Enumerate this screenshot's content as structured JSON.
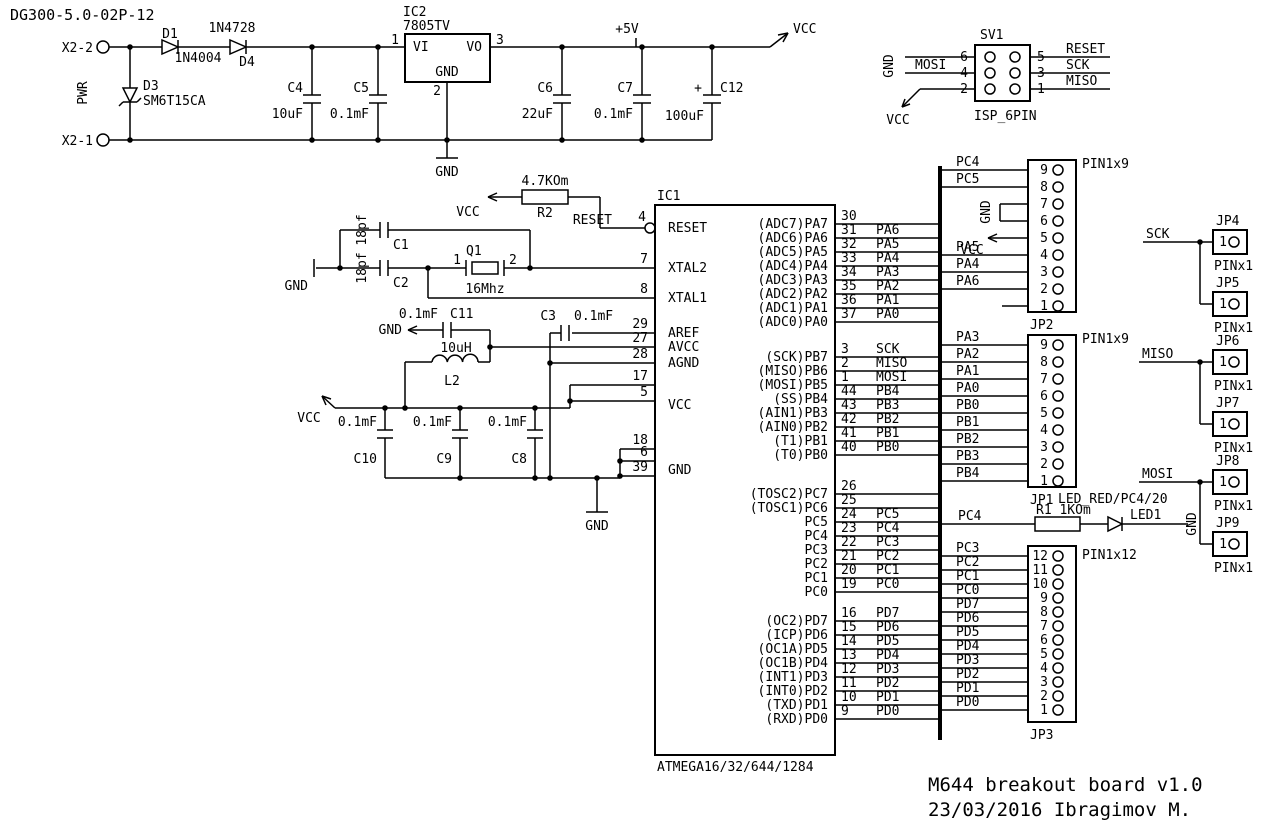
{
  "doc": {
    "code": "DG300-5.0-02P-12",
    "title": "M644 breakout board v1.0",
    "date_author": "23/03/2016 Ibragimov M."
  },
  "power": {
    "x2_2": "X2-2",
    "x2_1": "X2-1",
    "pwr": "PWR",
    "d1": "D1",
    "d1_val": "1N4004",
    "d4": "D4",
    "d4_val": "1N4728",
    "d3": "D3",
    "d3_val": "SM6T15CA",
    "c4": "C4",
    "c4_val": "10uF",
    "c5": "C5",
    "c5_val": "0.1mF",
    "ic2": "IC2",
    "ic2_val": "7805TV",
    "vi": "VI",
    "vo": "VO",
    "gnd": "GND",
    "p1": "1",
    "p2": "2",
    "p3": "3",
    "c6": "C6",
    "c6_val": "22uF",
    "c7": "C7",
    "c7_val": "0.1mF",
    "c12": "C12",
    "c12_val": "100uF",
    "plus": "+",
    "net_5v": "+5V",
    "net_vcc": "VCC",
    "net_gnd": "GND"
  },
  "isp": {
    "ref": "SV1",
    "name": "ISP_6PIN",
    "n1": "1",
    "n2": "2",
    "n3": "3",
    "n4": "4",
    "n5": "5",
    "n6": "6",
    "gnd": "GND",
    "mosi": "MOSI",
    "vcc": "VCC",
    "reset": "RESET",
    "sck": "SCK",
    "miso": "MISO"
  },
  "reset": {
    "r2": "R2",
    "r2_val": "4.7KOm",
    "vcc": "VCC",
    "net": "RESET"
  },
  "xtal": {
    "q1": "Q1",
    "q1_val": "16Mhz",
    "p1": "1",
    "p2": "2",
    "c1": "C1",
    "c1_val": "18pf",
    "c2": "C2",
    "c2_val": "18pf",
    "gnd": "GND"
  },
  "analog": {
    "c11": "C11",
    "c11_val": "0.1mF",
    "gnd": "GND",
    "l2": "L2",
    "l2_val": "10uH",
    "c3": "C3",
    "c3_val": "0.1mF"
  },
  "decap": {
    "vcc": "VCC",
    "gnd": "GND",
    "c10": "C10",
    "c10_val": "0.1mF",
    "c9": "C9",
    "c9_val": "0.1mF",
    "c8": "C8",
    "c8_val": "0.1mF"
  },
  "mcu": {
    "ref": "IC1",
    "part": "ATMEGA16/32/644/1284",
    "left": {
      "reset": "RESET",
      "reset_n": "4",
      "xtal2": "XTAL2",
      "xtal2_n": "7",
      "xtal1": "XTAL1",
      "xtal1_n": "8",
      "aref": "AREF",
      "aref_n": "29",
      "avcc": "AVCC",
      "avcc_n": "27",
      "agnd": "AGND",
      "agnd_n": "28",
      "vcc": "VCC",
      "vcc_n1": "17",
      "vcc_n2": "5",
      "gnd": "GND",
      "gnd_n1": "18",
      "gnd_n2": "6",
      "gnd_n3": "39"
    },
    "porta": [
      {
        "name": "(ADC7)PA7",
        "num": "30",
        "net": ""
      },
      {
        "name": "(ADC6)PA6",
        "num": "31",
        "net": "PA6"
      },
      {
        "name": "(ADC5)PA5",
        "num": "32",
        "net": "PA5"
      },
      {
        "name": "(ADC4)PA4",
        "num": "33",
        "net": "PA4"
      },
      {
        "name": "(ADC3)PA3",
        "num": "34",
        "net": "PA3"
      },
      {
        "name": "(ADC2)PA2",
        "num": "35",
        "net": "PA2"
      },
      {
        "name": "(ADC1)PA1",
        "num": "36",
        "net": "PA1"
      },
      {
        "name": "(ADC0)PA0",
        "num": "37",
        "net": "PA0"
      }
    ],
    "portb": [
      {
        "name": "(SCK)PB7",
        "num": "3",
        "net": "SCK"
      },
      {
        "name": "(MISO)PB6",
        "num": "2",
        "net": "MISO"
      },
      {
        "name": "(MOSI)PB5",
        "num": "1",
        "net": "MOSI"
      },
      {
        "name": "(SS)PB4",
        "num": "44",
        "net": "PB4"
      },
      {
        "name": "(AIN1)PB3",
        "num": "43",
        "net": "PB3"
      },
      {
        "name": "(AIN0)PB2",
        "num": "42",
        "net": "PB2"
      },
      {
        "name": "(T1)PB1",
        "num": "41",
        "net": "PB1"
      },
      {
        "name": "(T0)PB0",
        "num": "40",
        "net": "PB0"
      }
    ],
    "portc": [
      {
        "name": "(TOSC2)PC7",
        "num": "26",
        "net": ""
      },
      {
        "name": "(TOSC1)PC6",
        "num": "25",
        "net": ""
      },
      {
        "name": "PC5",
        "num": "24",
        "net": "PC5"
      },
      {
        "name": "PC4",
        "num": "23",
        "net": "PC4"
      },
      {
        "name": "PC3",
        "num": "22",
        "net": "PC3"
      },
      {
        "name": "PC2",
        "num": "21",
        "net": "PC2"
      },
      {
        "name": "PC1",
        "num": "20",
        "net": "PC1"
      },
      {
        "name": "PC0",
        "num": "19",
        "net": "PC0"
      }
    ],
    "portd": [
      {
        "name": "(OC2)PD7",
        "num": "16",
        "net": "PD7"
      },
      {
        "name": "(ICP)PD6",
        "num": "15",
        "net": "PD6"
      },
      {
        "name": "(OC1A)PD5",
        "num": "14",
        "net": "PD5"
      },
      {
        "name": "(OC1B)PD4",
        "num": "13",
        "net": "PD4"
      },
      {
        "name": "(INT1)PD3",
        "num": "12",
        "net": "PD3"
      },
      {
        "name": "(INT0)PD2",
        "num": "11",
        "net": "PD2"
      },
      {
        "name": "(TXD)PD1",
        "num": "10",
        "net": "PD1"
      },
      {
        "name": "(RXD)PD0",
        "num": "9",
        "net": "PD0"
      }
    ]
  },
  "jp2": {
    "ref": "JP2",
    "type": "PIN1x9",
    "pins": [
      "9",
      "8",
      "7",
      "6",
      "5",
      "4",
      "3",
      "2",
      "1"
    ],
    "net9": "PC4",
    "net8": "PC5",
    "gnd": "GND",
    "vcc": "VCC",
    "net4": "PA5",
    "net3": "PA4",
    "net2": "PA6"
  },
  "jp1": {
    "ref": "JP1",
    "type": "PIN1x9",
    "pins": [
      "9",
      "8",
      "7",
      "6",
      "5",
      "4",
      "3",
      "2",
      "1"
    ],
    "nets": [
      "PA3",
      "PA2",
      "PA1",
      "PA0",
      "PB0",
      "PB1",
      "PB2",
      "PB3",
      "PB4"
    ]
  },
  "jp3": {
    "ref": "JP3",
    "type": "PIN1x12",
    "pins": [
      "12",
      "11",
      "10",
      "9",
      "8",
      "7",
      "6",
      "5",
      "4",
      "3",
      "2",
      "1"
    ],
    "nets": [
      "PC3",
      "PC2",
      "PC1",
      "PC0",
      "PD7",
      "PD6",
      "PD5",
      "PD4",
      "PD3",
      "PD2",
      "PD1",
      "PD0"
    ]
  },
  "led": {
    "net": "PC4",
    "r1": "R1 1KOm",
    "label": "LED_RED/PC4/20",
    "led1": "LED1",
    "gnd": "GND"
  },
  "aux": {
    "sck": "SCK",
    "miso": "MISO",
    "mosi": "MOSI",
    "jp4": "JP4",
    "jp5": "JP5",
    "jp6": "JP6",
    "jp7": "JP7",
    "jp8": "JP8",
    "jp9": "JP9",
    "pinx1": "PINx1",
    "one": "1"
  }
}
